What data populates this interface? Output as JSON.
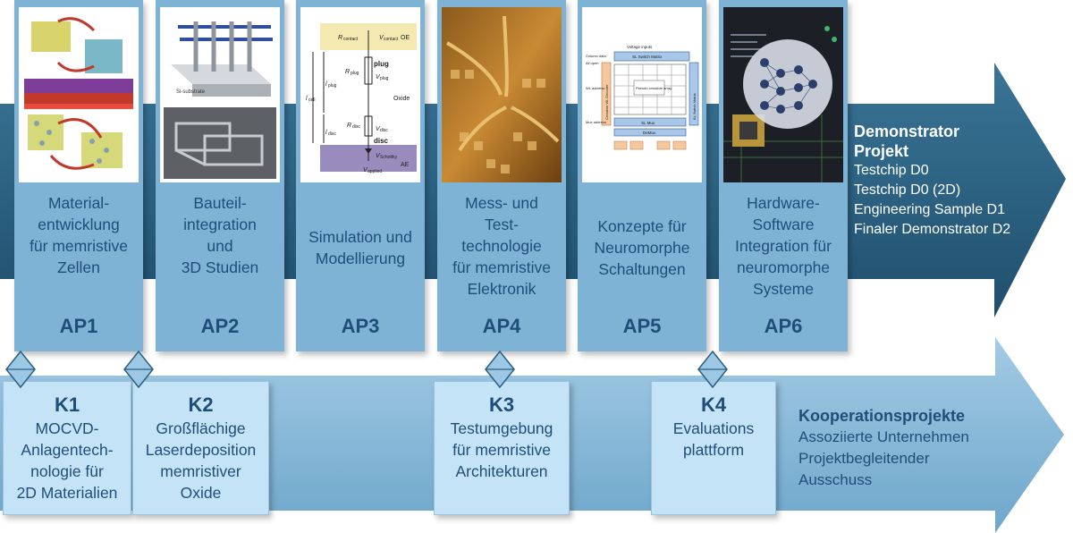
{
  "work_packages": [
    {
      "label": "AP1",
      "lines": [
        "Material-",
        "entwicklung",
        "für memristive",
        "Zellen"
      ],
      "image": "2d-material-lattice-image"
    },
    {
      "label": "AP2",
      "lines": [
        "Bauteil-",
        "integration",
        "und",
        "3D Studien"
      ],
      "image": "3d-structure-image"
    },
    {
      "label": "AP3",
      "lines": [
        "Simulation und",
        "Modellierung"
      ],
      "image": "cell-model-schematic-image"
    },
    {
      "label": "AP4",
      "lines": [
        "Mess- und",
        "Test-",
        "technologie",
        "für memristive",
        "Elektronik"
      ],
      "image": "probe-station-image"
    },
    {
      "label": "AP5",
      "lines": [
        "Konzepte für",
        "Neuromorphe",
        "Schaltungen"
      ],
      "image": "crossbar-circuit-image"
    },
    {
      "label": "AP6",
      "lines": [
        "Hardware-",
        "Software",
        "Integration für",
        "neuromorphe",
        "Systeme"
      ],
      "image": "neural-network-image"
    }
  ],
  "schematic": {
    "oe": "OE",
    "ae": "AE",
    "oxide": "Oxide",
    "plug": "plug",
    "disc": "disc",
    "r_contact": "R",
    "r_contact_sub": "contact",
    "v_contact": "V",
    "v_contact_sub": "contact",
    "r_plug": "R",
    "r_plug_sub": "plug",
    "v_plug": "V",
    "v_plug_sub": "plug",
    "r_disc": "R",
    "r_disc_sub": "disc",
    "v_disc": "V",
    "v_disc_sub": "disc",
    "v_schottky": "V",
    "v_schottky_sub": "Schottky",
    "v_applied": "V",
    "v_applied_sub": "applied",
    "l_plug": "l",
    "l_plug_sub": "plug",
    "l_cell": "l",
    "l_cell_sub": "cell",
    "l_disc": "l",
    "l_disc_sub": "disc",
    "si_substrate": "Si-substrate"
  },
  "crossbar": {
    "voltage_inputs": "Voltage inputs",
    "switch_matrix_top": "SL Switch Matrix",
    "crossbar_array": "Pseudo crossbar array",
    "mux": "SL Mux",
    "demux": "DeMux",
    "wl_decoder": "Crossbar WL Decoder",
    "bl_switch": "BL Switch Matrix",
    "column_data": "Column data",
    "all_open": "All open",
    "wl_address": "WL address",
    "mux_address": "Mux address"
  },
  "checkpoints": [
    {
      "label": "K1",
      "lines": [
        "MOCVD-",
        "Anlagentech-",
        "nologie für",
        "2D Materialien"
      ]
    },
    {
      "label": "K2",
      "lines": [
        "Großflächige",
        "Laserdeposition",
        "memristiver",
        "Oxide"
      ]
    },
    {
      "label": "K3",
      "lines": [
        "Testumgebung",
        "für memristive",
        "Architekturen"
      ]
    },
    {
      "label": "K4",
      "lines": [
        "Evaluations",
        "plattform"
      ]
    }
  ],
  "demonstrator": {
    "title_1": "Demonstrator",
    "title_2": "Projekt",
    "items": [
      "Testchip D0",
      "Testchip D0 (2D)",
      "Engineering Sample D1",
      "Finaler Demonstrator D2"
    ]
  },
  "kooperation": {
    "title": "Kooperationsprojekte",
    "items": [
      "Assoziierte Unternehmen",
      "Projektbegleitender",
      "Ausschuss"
    ]
  },
  "colors": {
    "dark_arrow": "#2b6080",
    "light_arrow": "#88b9d8",
    "ap_box": "#7fb3d5",
    "k_box": "#c5e3f6",
    "text_dark": "#1f4e79"
  }
}
